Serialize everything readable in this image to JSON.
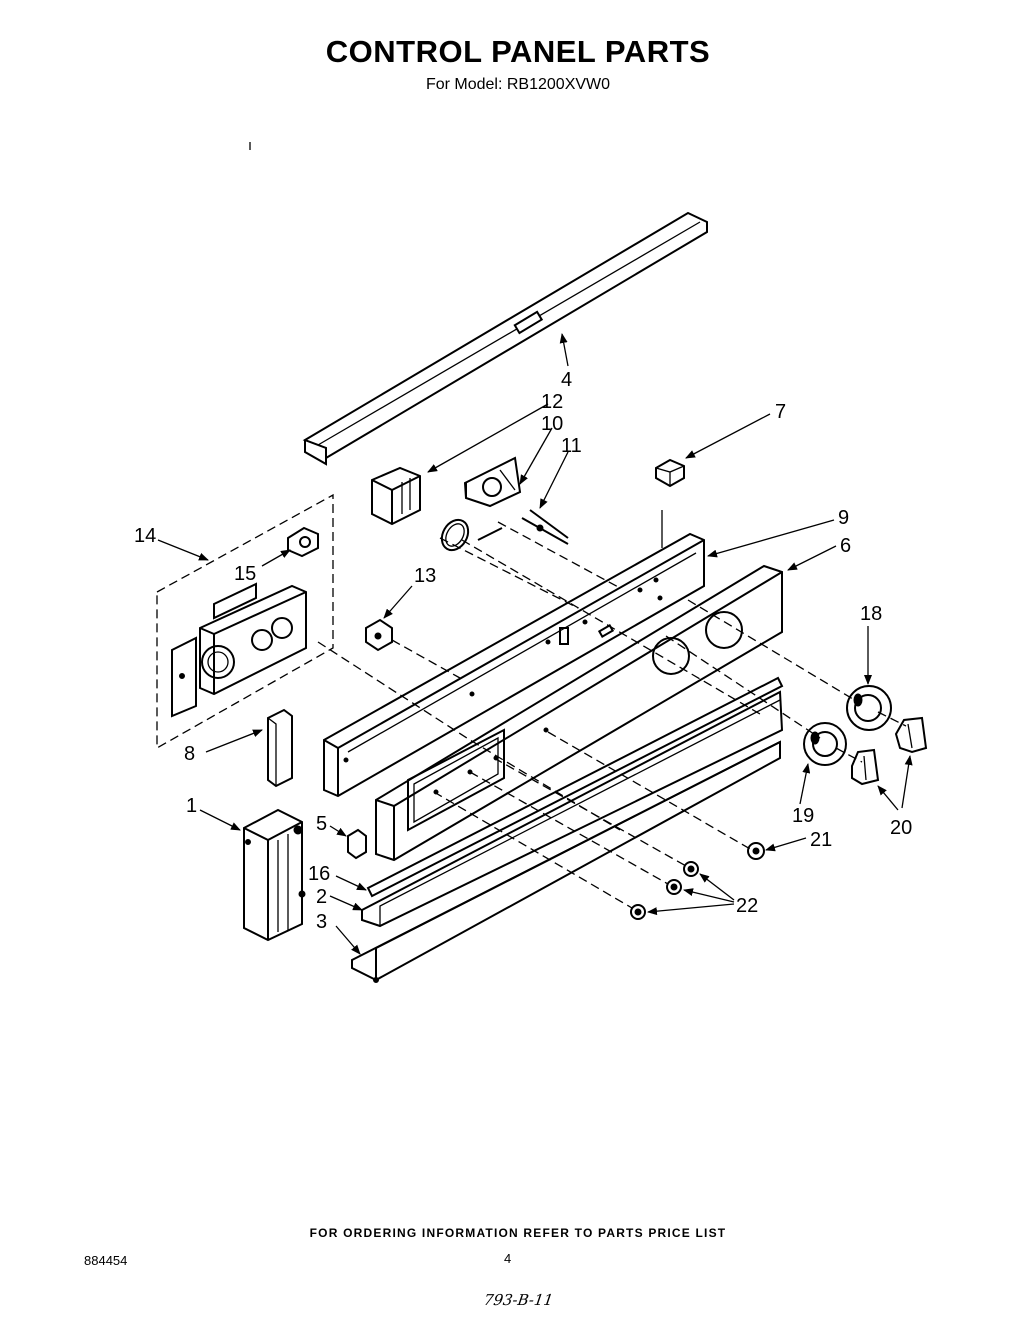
{
  "title": "CONTROL PANEL PARTS",
  "subtitle": {
    "prefix": "For Model:",
    "model": "RB1200XVW0"
  },
  "footer": {
    "ordering_note": "FOR ORDERING INFORMATION REFER TO PARTS PRICE LIST",
    "doc_number": "884454",
    "page_number": "4",
    "handwritten_code": "793-B-11"
  },
  "callouts": {
    "c1": "1",
    "c2": "2",
    "c3": "3",
    "c4": "4",
    "c5": "5",
    "c6": "6",
    "c7": "7",
    "c8": "8",
    "c9": "9",
    "c10": "10",
    "c11": "11",
    "c12": "12",
    "c13": "13",
    "c14": "14",
    "c15": "15",
    "c16": "16",
    "c18": "18",
    "c19": "19",
    "c20": "20",
    "c21": "21",
    "c22": "22"
  }
}
